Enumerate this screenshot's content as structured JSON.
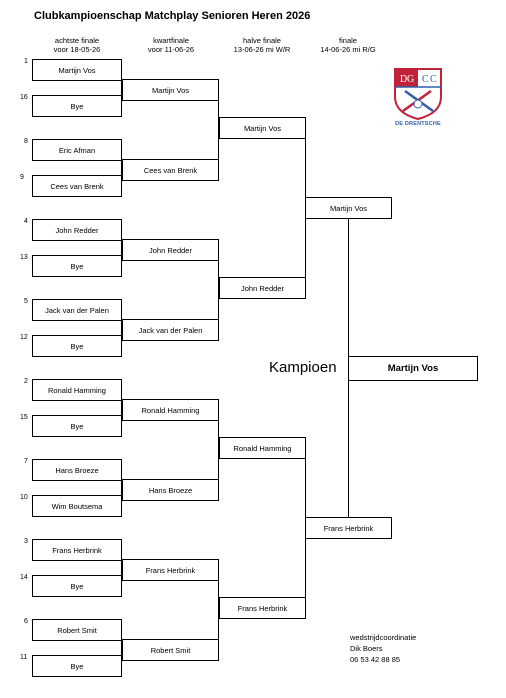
{
  "title": "Clubkampioenschap Matchplay Senioren Heren 2026",
  "rounds": [
    {
      "name": "achtste finale",
      "date": "voor 18-05-26"
    },
    {
      "name": "kwartfinale",
      "date": "voor 11-06-26"
    },
    {
      "name": "halve finale",
      "date": "13-06-26 mi W/R"
    },
    {
      "name": "finale",
      "date": "14-06-26 mi R/G"
    }
  ],
  "round1": [
    {
      "seed": "1",
      "name": "Martijn Vos"
    },
    {
      "seed": "16",
      "name": "Bye"
    },
    {
      "seed": "8",
      "name": "Eric Afman"
    },
    {
      "seed": "9",
      "name": "Cees van Brenk"
    },
    {
      "seed": "4",
      "name": "John Redder"
    },
    {
      "seed": "13",
      "name": "Bye"
    },
    {
      "seed": "5",
      "name": "Jack van der Palen"
    },
    {
      "seed": "12",
      "name": "Bye"
    },
    {
      "seed": "2",
      "name": "Ronald Hamming"
    },
    {
      "seed": "15",
      "name": "Bye"
    },
    {
      "seed": "7",
      "name": "Hans Broeze"
    },
    {
      "seed": "10",
      "name": "Wim Boutsema"
    },
    {
      "seed": "3",
      "name": "Frans Herbrink"
    },
    {
      "seed": "14",
      "name": "Bye"
    },
    {
      "seed": "6",
      "name": "Robert Smit"
    },
    {
      "seed": "11",
      "name": "Bye"
    }
  ],
  "round2": [
    "Martijn Vos",
    "Cees van Brenk",
    "John Redder",
    "Jack van der Palen",
    "Ronald Hamming",
    "Hans Broeze",
    "Frans Herbrink",
    "Robert Smit"
  ],
  "round3": [
    "Martijn Vos",
    "John Redder",
    "Ronald Hamming",
    "Frans Herbrink"
  ],
  "round4": [
    "Martijn Vos",
    "Frans Herbrink"
  ],
  "champion_label": "Kampioen",
  "champion": "Martijn Vos",
  "logo": {
    "letters": [
      "D",
      "G",
      "C",
      "C"
    ],
    "text": "DE DRENTSCHE",
    "icon": "golf-club-crest-logo",
    "colors": {
      "red": "#c0223a",
      "blue": "#2f5da8"
    }
  },
  "contact": {
    "role": "wedstrijdcoordinatie",
    "name": "Dik Boers",
    "phone": "06 53 42 88 85"
  }
}
